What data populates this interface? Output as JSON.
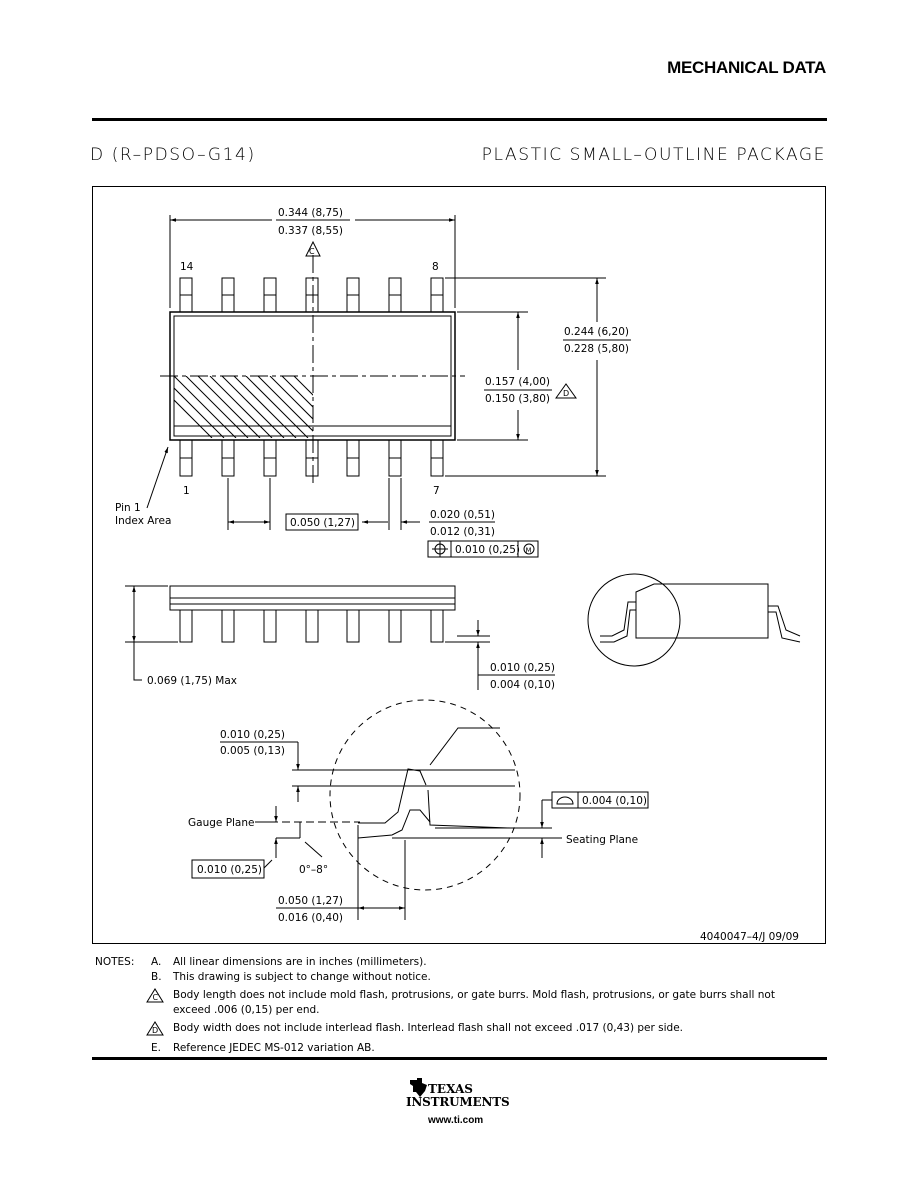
{
  "header": {
    "title": "MECHANICAL DATA"
  },
  "package": {
    "code": "D (R–PDSO–G14)",
    "description": "PLASTIC SMALL–OUTLINE PACKAGE"
  },
  "drawing": {
    "pin_labels": {
      "top_left": "14",
      "top_right": "8",
      "bottom_left": "1",
      "bottom_right": "7"
    },
    "dims": {
      "length_max": "0.344 (8,75)",
      "length_min": "0.337 (8,55)",
      "length_note": "C",
      "overall_width_max": "0.244 (6,20)",
      "overall_width_min": "0.228 (5,80)",
      "body_width_max": "0.157 (4,00)",
      "body_width_min": "0.150 (3,80)",
      "body_width_note": "D",
      "pitch": "0.050 (1,27)",
      "lead_width_max": "0.020 (0,51)",
      "lead_width_min": "0.012 (0,31)",
      "position_tol": "0.010 (0,25)",
      "position_mod": "M",
      "height_max": "0.069 (1,75) Max",
      "standoff_max": "0.010 (0,25)",
      "standoff_min": "0.004 (0,10)",
      "lead_thk_max": "0.010 (0,25)",
      "lead_thk_min": "0.005 (0,13)",
      "gauge_label": "Gauge Plane",
      "gauge_dim": "0.010 (0,25)",
      "angle": "0°–8°",
      "foot_max": "0.050 (1,27)",
      "foot_min": "0.016 (0,40)",
      "coplanarity": "0.004 (0,10)",
      "seating_label": "Seating Plane",
      "pin1_label_1": "Pin 1",
      "pin1_label_2": "Index Area"
    },
    "drawing_number": "4040047–4/J  09/09"
  },
  "notes": {
    "heading": "NOTES:",
    "items": [
      {
        "letter": "A.",
        "text": "All linear dimensions are in inches (millimeters)."
      },
      {
        "letter": "B.",
        "text": "This drawing is subject to change without notice."
      },
      {
        "letter": "C",
        "text": "Body length does not include mold flash, protrusions, or gate burrs.  Mold flash, protrusions, or gate burrs shall not exceed .006 (0,15) per end."
      },
      {
        "letter": "D",
        "text": "Body width does not include interlead flash.  Interlead flash shall not exceed .017 (0,43) per side."
      },
      {
        "letter": "E.",
        "text": "Reference JEDEC MS-012 variation AB."
      }
    ]
  },
  "footer": {
    "brand_line1": "TEXAS",
    "brand_line2": "INSTRUMENTS",
    "url": "www.ti.com"
  }
}
